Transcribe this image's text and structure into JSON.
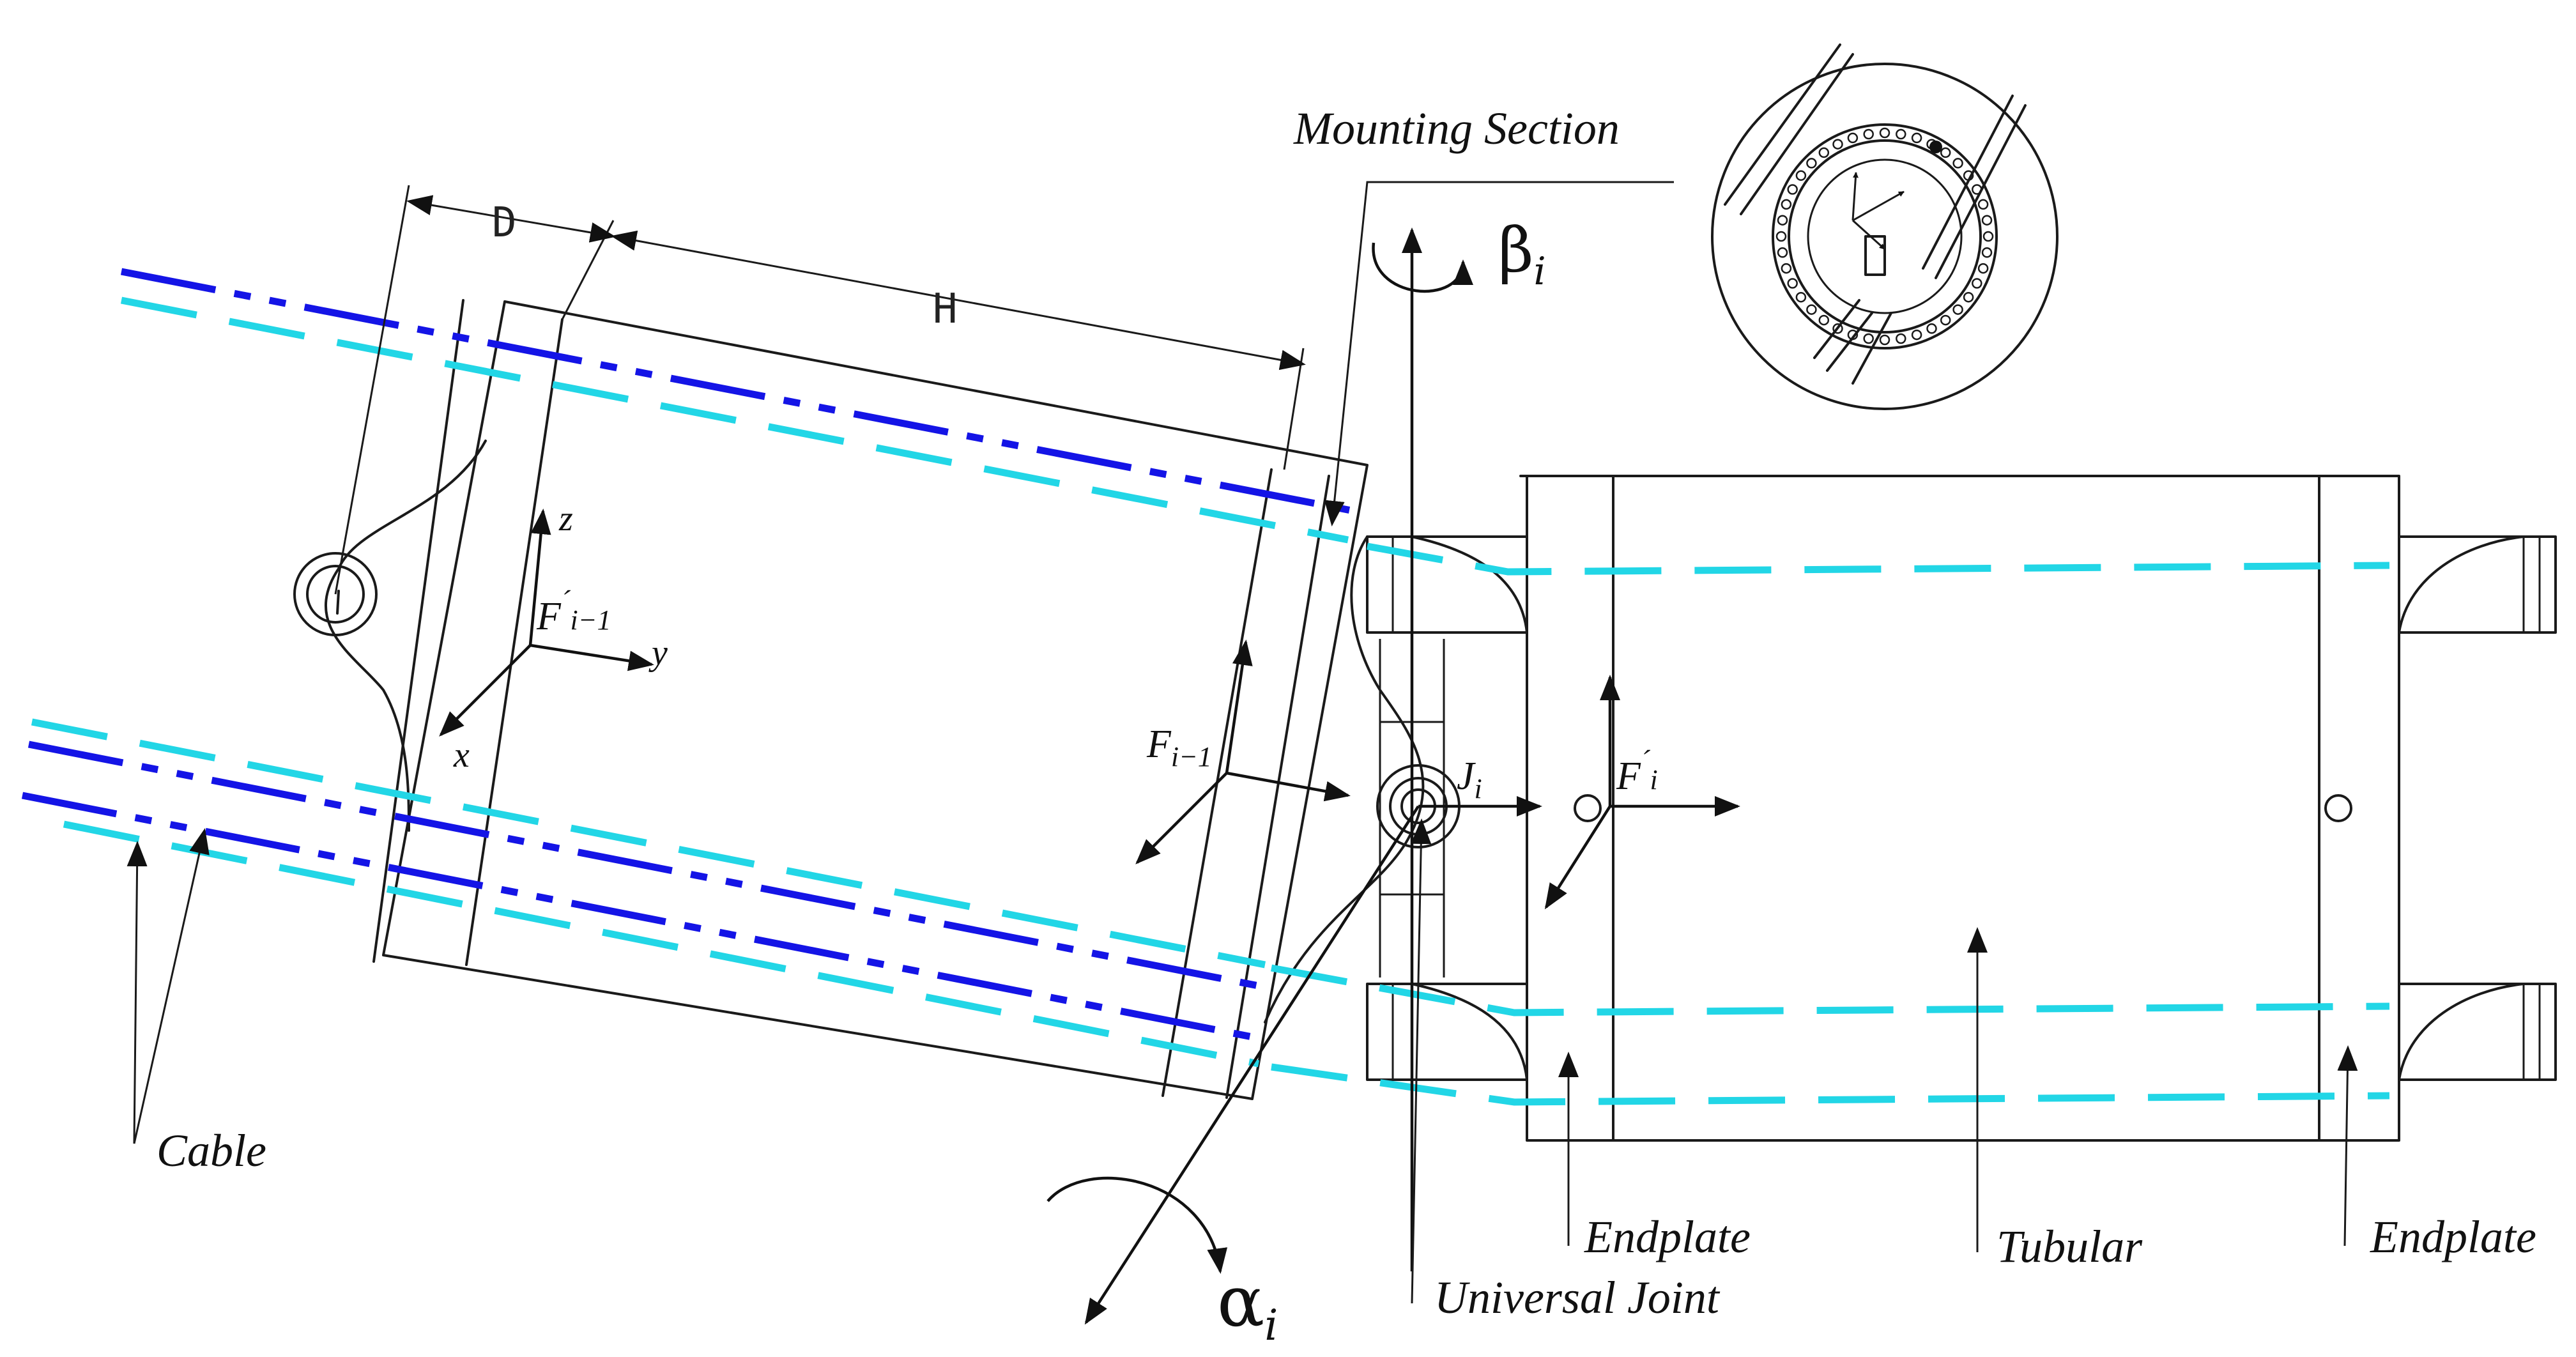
{
  "labels": {
    "mounting_section": "Mounting Section",
    "cable": "Cable",
    "endplate_left": "Endplate",
    "endplate_right": "Endplate",
    "tubular": "Tubular",
    "universal_joint": "Universal Joint",
    "dim_d": "D",
    "dim_h": "H"
  },
  "symbols": {
    "beta": "β",
    "beta_sub": "i",
    "alpha": "α",
    "alpha_sub": "i",
    "j": "J",
    "j_sub": "i",
    "f_prev": "F",
    "f_prev_sub": "i−1",
    "fprime_prev": "F",
    "fprime_prev_prime": "´",
    "fprime_prev_sub": "i−1",
    "fprime_i": "F",
    "fprime_i_prime": "´",
    "fprime_i_sub": "i",
    "axis_x": "x",
    "axis_y": "y",
    "axis_z": "z"
  },
  "colors": {
    "cable_primary": "#1414e6",
    "cable_secondary": "#22d6e6",
    "line": "#1a1a1a"
  }
}
